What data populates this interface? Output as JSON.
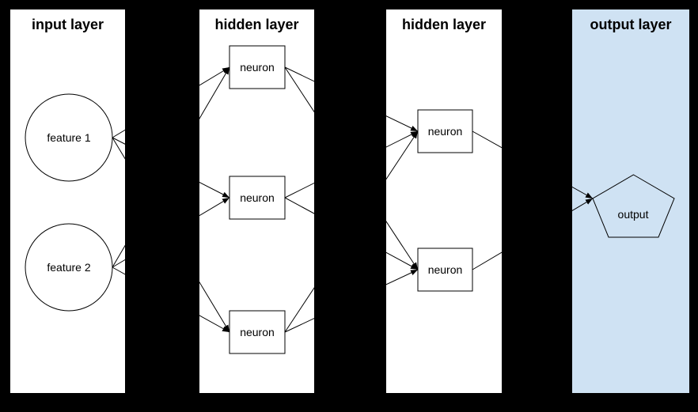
{
  "diagram": {
    "type": "neural-network",
    "layers": [
      {
        "id": "input",
        "title": "input layer",
        "nodes": [
          {
            "label": "feature 1",
            "shape": "circle"
          },
          {
            "label": "feature 2",
            "shape": "circle"
          }
        ]
      },
      {
        "id": "hidden1",
        "title": "hidden layer",
        "nodes": [
          {
            "label": "neuron",
            "shape": "rect"
          },
          {
            "label": "neuron",
            "shape": "rect"
          },
          {
            "label": "neuron",
            "shape": "rect"
          }
        ]
      },
      {
        "id": "hidden2",
        "title": "hidden layer",
        "nodes": [
          {
            "label": "neuron",
            "shape": "rect"
          },
          {
            "label": "neuron",
            "shape": "rect"
          }
        ]
      },
      {
        "id": "output",
        "title": "output layer",
        "nodes": [
          {
            "label": "output",
            "shape": "pentagon"
          }
        ]
      }
    ],
    "edges": [
      {
        "from": "input.0",
        "to": "hidden1.0"
      },
      {
        "from": "input.0",
        "to": "hidden1.1"
      },
      {
        "from": "input.0",
        "to": "hidden1.2"
      },
      {
        "from": "input.1",
        "to": "hidden1.0"
      },
      {
        "from": "input.1",
        "to": "hidden1.1"
      },
      {
        "from": "input.1",
        "to": "hidden1.2"
      },
      {
        "from": "hidden1.0",
        "to": "hidden2.0"
      },
      {
        "from": "hidden1.0",
        "to": "hidden2.1"
      },
      {
        "from": "hidden1.1",
        "to": "hidden2.0"
      },
      {
        "from": "hidden1.1",
        "to": "hidden2.1"
      },
      {
        "from": "hidden1.2",
        "to": "hidden2.0"
      },
      {
        "from": "hidden1.2",
        "to": "hidden2.1"
      },
      {
        "from": "hidden2.0",
        "to": "output.0"
      },
      {
        "from": "hidden2.1",
        "to": "output.0"
      }
    ],
    "edge_style": "straight line, filled arrowhead at target, hidden in gaps between panels"
  },
  "colors": {
    "background": "#000000",
    "panel_fill": "#ffffff",
    "output_panel_fill": "#cfe2f3",
    "shape_fill": "#ffffff",
    "output_shape_fill": "#cfe2f3",
    "stroke": "#000000",
    "text": "#000000"
  }
}
